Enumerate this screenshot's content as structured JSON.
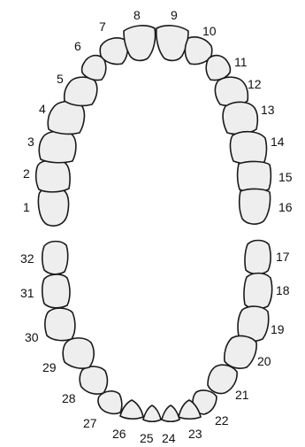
{
  "diagram": {
    "colors": {
      "tooth_fill": "#eeeeee",
      "tooth_outline": "#1a1a1a",
      "label": "#111111"
    },
    "upper_arch": {
      "teeth": [
        {
          "number": "1"
        },
        {
          "number": "2"
        },
        {
          "number": "3"
        },
        {
          "number": "4"
        },
        {
          "number": "5"
        },
        {
          "number": "6"
        },
        {
          "number": "7"
        },
        {
          "number": "8"
        },
        {
          "number": "9"
        },
        {
          "number": "10"
        },
        {
          "number": "11"
        },
        {
          "number": "12"
        },
        {
          "number": "13"
        },
        {
          "number": "14"
        },
        {
          "number": "15"
        },
        {
          "number": "16"
        }
      ]
    },
    "lower_arch": {
      "teeth": [
        {
          "number": "17"
        },
        {
          "number": "18"
        },
        {
          "number": "19"
        },
        {
          "number": "20"
        },
        {
          "number": "21"
        },
        {
          "number": "22"
        },
        {
          "number": "23"
        },
        {
          "number": "24"
        },
        {
          "number": "25"
        },
        {
          "number": "26"
        },
        {
          "number": "27"
        },
        {
          "number": "28"
        },
        {
          "number": "29"
        },
        {
          "number": "30"
        },
        {
          "number": "31"
        },
        {
          "number": "32"
        }
      ]
    }
  }
}
